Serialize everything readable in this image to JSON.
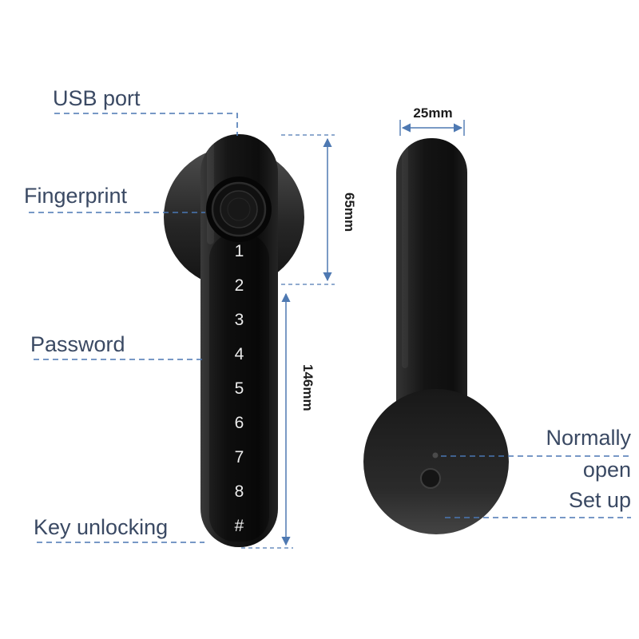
{
  "annotations": {
    "usb_port": "USB port",
    "fingerprint": "Fingerprint",
    "password": "Password",
    "key_unlocking": "Key unlocking",
    "normally_open": "Normally open",
    "set_up": "Set up"
  },
  "measurements": {
    "handle_width": "25mm",
    "sensor_section_height": "65mm",
    "keypad_section_height": "146mm"
  },
  "keypad_keys": [
    "1",
    "2",
    "3",
    "4",
    "5",
    "6",
    "7",
    "8",
    "#"
  ],
  "colors": {
    "label_text": "#3a4963",
    "leader_line": "#4a77b4",
    "dimension_line": "#4e79b2",
    "dimension_text": "#1c1c1c",
    "lock_body": "#141414",
    "background": "#ffffff"
  }
}
